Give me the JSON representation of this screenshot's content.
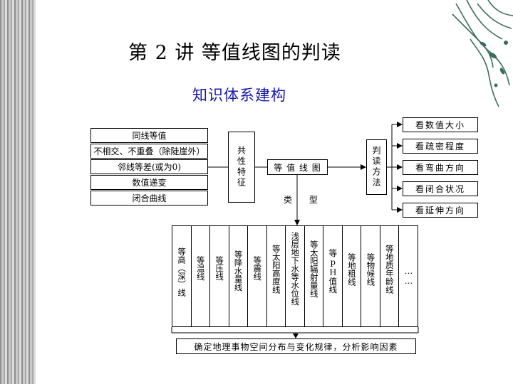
{
  "title": "第 2 讲   等值线图的判读",
  "subtitle": "知识体系建构",
  "features": [
    "同线等值",
    "不相交、不重叠（除陡崖外）",
    "邻线等差(或为0)",
    "数值递变",
    "闭合曲线"
  ],
  "common_box": "共性特征",
  "center_box": "等 值 线 图",
  "method_box": "判读方法",
  "methods": [
    "看数值大小",
    "看疏密程度",
    "看弯曲方向",
    "看闭合状况",
    "看延伸方向"
  ],
  "type_label": "类  型",
  "types": [
    "等高（深）线",
    "等温线",
    "等压线",
    "等降水量线",
    "等震线",
    "等太阳高度线",
    "浅层地下水等水位线",
    "等太阳辐射量线",
    "等pH值线",
    "等地租线",
    "等物候线",
    "等地质年龄线",
    "……"
  ],
  "conclusion": "确定地理事物空间分布与变化规律，分析影响因素",
  "colors": {
    "title": "#000000",
    "subtitle": "#1a1aa8",
    "deco": "#3a6e5a"
  }
}
